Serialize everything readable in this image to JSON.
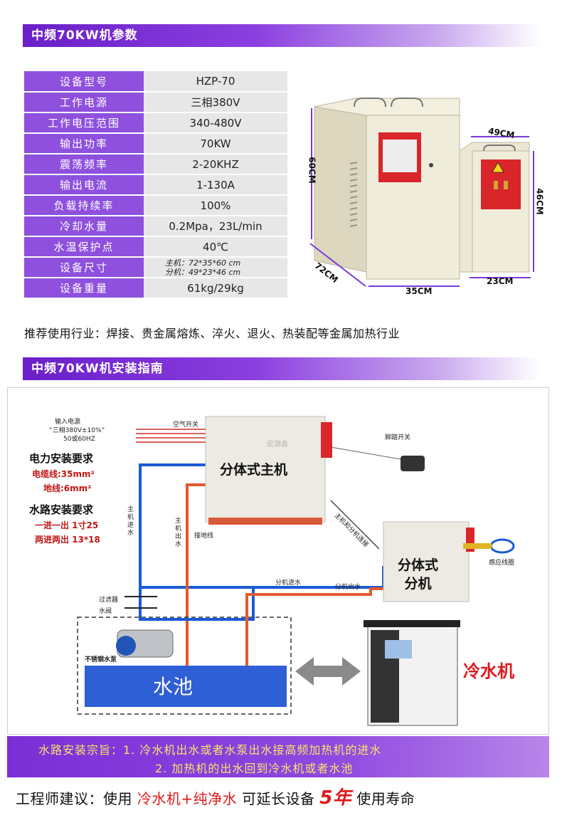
{
  "section1": {
    "title": "中频70KW机参数"
  },
  "specs": [
    {
      "label": "设备型号",
      "value": "HZP-70"
    },
    {
      "label": "工作电源",
      "value": "三相380V"
    },
    {
      "label": "工作电压范围",
      "value": "340-480V"
    },
    {
      "label": "输出功率",
      "value": "70KW"
    },
    {
      "label": "震荡频率",
      "value": "2-20KHZ"
    },
    {
      "label": "输出电流",
      "value": "1-130A"
    },
    {
      "label": "负载持续率",
      "value": "100%"
    },
    {
      "label": "冷却水量",
      "value": "0.2Mpa，23L/min"
    },
    {
      "label": "水温保护点",
      "value": "40℃"
    },
    {
      "label": "设备尺寸",
      "value_line1": "主机：72*35*60 cm",
      "value_line2": "分机：49*23*46 cm"
    },
    {
      "label": "设备重量",
      "value": "61kg/29kg"
    }
  ],
  "dimensions": {
    "main_height": "60CM",
    "main_depth": "72CM",
    "main_width": "35CM",
    "sub_width_top": "49CM",
    "sub_height": "46CM",
    "sub_width": "23CM"
  },
  "industry": "推荐使用行业：焊接、贵金属熔炼、淬火、退火、热装配等金属加热行业",
  "section2": {
    "title": "中频70KW机安装指南"
  },
  "diagram": {
    "power_input": "输入电源",
    "power_spec": "“三相380V±10%”",
    "power_freq": "50或60HZ",
    "air_switch": "空气开关",
    "power_req_title": "电力安装要求",
    "cable": "电缆线:35mm²",
    "ground_wire": "地线:6mm²",
    "water_req_title": "水路安装要求",
    "water_req_1": "一进一出 1寸25",
    "water_req_2": "两进两出 13*18",
    "main_unit": "分体式主机",
    "brand": "宏源鑫",
    "foot_switch": "脚踏开关",
    "connect": "主机和分机连接",
    "main_water_in": "主机进水",
    "main_water_out": "主机出水",
    "ground": "接地线",
    "sub_unit_line1": "分体式",
    "sub_unit_line2": "分机",
    "coil": "感应线圈",
    "sub_water_in": "分机进水",
    "sub_water_out": "分机出水",
    "filter": "过滤器",
    "valve": "水阀",
    "pump": "不锈钢水泵",
    "pool": "水池",
    "chiller": "冷水机"
  },
  "water_principle": {
    "line1": "水路安装宗旨：1. 冷水机出水或者水泵出水接高频加热机的进水",
    "line2": "2. 加热机的出水回到冷水机或者水池"
  },
  "advice": {
    "prefix": "工程师建议：使用",
    "item1": "冷水机+纯净水",
    "middle": "可延长设备",
    "years": "5年",
    "suffix": "使用寿命"
  }
}
